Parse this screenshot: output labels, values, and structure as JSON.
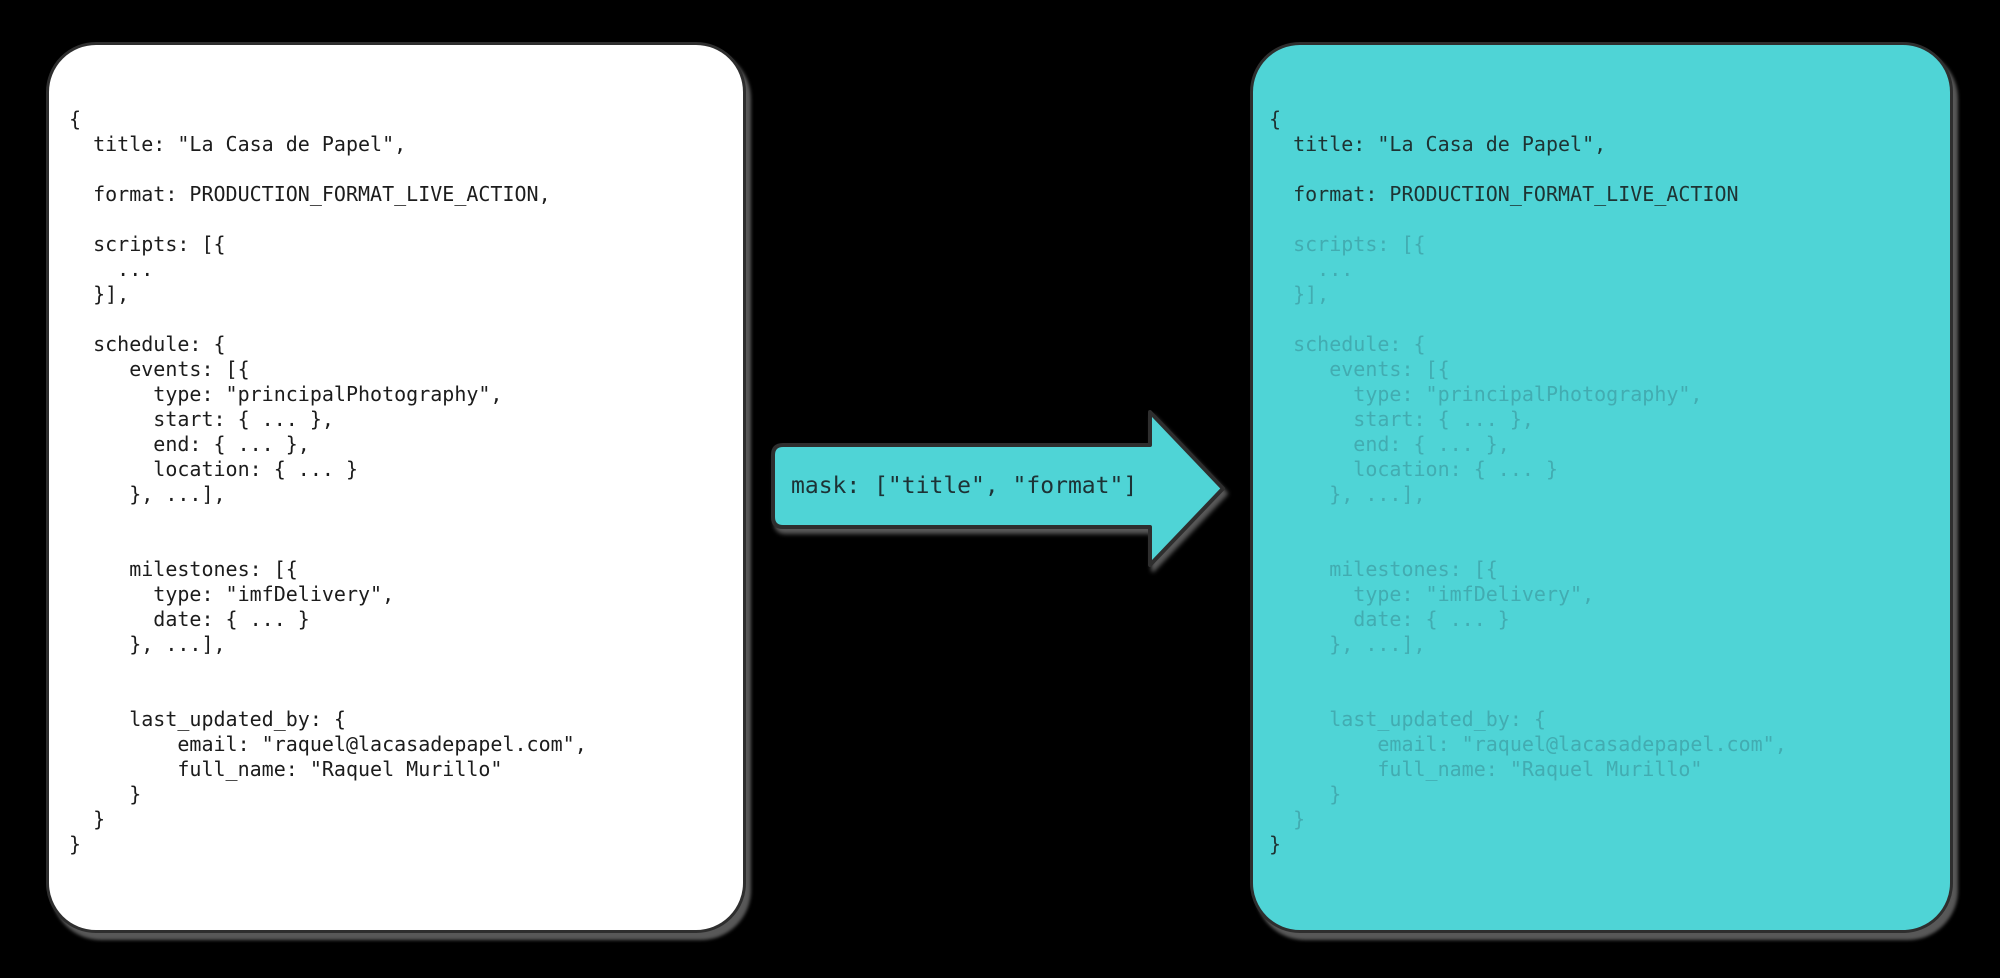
{
  "colors": {
    "canvas-bg": "#000000",
    "panel-bg": "#ffffff",
    "teal": "#4fd4d6",
    "outline": "#2e2e2e",
    "code-ink": "#1c1c1c",
    "code-ink-on-teal": "#1e3333",
    "code-dim-on-teal": "#42acb1",
    "arrow-label-ink": "#1d3235"
  },
  "left_panel": {
    "lines": [
      {
        "text": "{",
        "dim": false
      },
      {
        "text": "  title: \"La Casa de Papel\",",
        "dim": false
      },
      {
        "text": "",
        "dim": false
      },
      {
        "text": "  format: PRODUCTION_FORMAT_LIVE_ACTION,",
        "dim": false
      },
      {
        "text": "",
        "dim": false
      },
      {
        "text": "  scripts: [{",
        "dim": false
      },
      {
        "text": "    ...",
        "dim": false
      },
      {
        "text": "  }],",
        "dim": false
      },
      {
        "text": "",
        "dim": false
      },
      {
        "text": "  schedule: {",
        "dim": false
      },
      {
        "text": "     events: [{",
        "dim": false
      },
      {
        "text": "       type: \"principalPhotography\",",
        "dim": false
      },
      {
        "text": "       start: { ... },",
        "dim": false
      },
      {
        "text": "       end: { ... },",
        "dim": false
      },
      {
        "text": "       location: { ... }",
        "dim": false
      },
      {
        "text": "     }, ...],",
        "dim": false
      },
      {
        "text": "",
        "dim": false
      },
      {
        "text": "",
        "dim": false
      },
      {
        "text": "     milestones: [{",
        "dim": false
      },
      {
        "text": "       type: \"imfDelivery\",",
        "dim": false
      },
      {
        "text": "       date: { ... }",
        "dim": false
      },
      {
        "text": "     }, ...],",
        "dim": false
      },
      {
        "text": "",
        "dim": false
      },
      {
        "text": "",
        "dim": false
      },
      {
        "text": "     last_updated_by: {",
        "dim": false
      },
      {
        "text": "         email: \"raquel@lacasadepapel.com\",",
        "dim": false
      },
      {
        "text": "         full_name: \"Raquel Murillo\"",
        "dim": false
      },
      {
        "text": "     }",
        "dim": false
      },
      {
        "text": "  }",
        "dim": false
      },
      {
        "text": "}",
        "dim": false
      }
    ]
  },
  "arrow": {
    "label": "mask: [\"title\", \"format\"]"
  },
  "right_panel": {
    "lines": [
      {
        "text": "{",
        "dim": false
      },
      {
        "text": "  title: \"La Casa de Papel\",",
        "dim": false
      },
      {
        "text": "",
        "dim": false
      },
      {
        "text": "  format: PRODUCTION_FORMAT_LIVE_ACTION",
        "dim": false
      },
      {
        "text": "",
        "dim": false
      },
      {
        "text": "  scripts: [{",
        "dim": true
      },
      {
        "text": "    ...",
        "dim": true
      },
      {
        "text": "  }],",
        "dim": true
      },
      {
        "text": "",
        "dim": true
      },
      {
        "text": "  schedule: {",
        "dim": true
      },
      {
        "text": "     events: [{",
        "dim": true
      },
      {
        "text": "       type: \"principalPhotography\",",
        "dim": true
      },
      {
        "text": "       start: { ... },",
        "dim": true
      },
      {
        "text": "       end: { ... },",
        "dim": true
      },
      {
        "text": "       location: { ... }",
        "dim": true
      },
      {
        "text": "     }, ...],",
        "dim": true
      },
      {
        "text": "",
        "dim": true
      },
      {
        "text": "",
        "dim": true
      },
      {
        "text": "     milestones: [{",
        "dim": true
      },
      {
        "text": "       type: \"imfDelivery\",",
        "dim": true
      },
      {
        "text": "       date: { ... }",
        "dim": true
      },
      {
        "text": "     }, ...],",
        "dim": true
      },
      {
        "text": "",
        "dim": true
      },
      {
        "text": "",
        "dim": true
      },
      {
        "text": "     last_updated_by: {",
        "dim": true
      },
      {
        "text": "         email: \"raquel@lacasadepapel.com\",",
        "dim": true
      },
      {
        "text": "         full_name: \"Raquel Murillo\"",
        "dim": true
      },
      {
        "text": "     }",
        "dim": true
      },
      {
        "text": "  }",
        "dim": true
      },
      {
        "text": "}",
        "dim": false
      }
    ]
  }
}
